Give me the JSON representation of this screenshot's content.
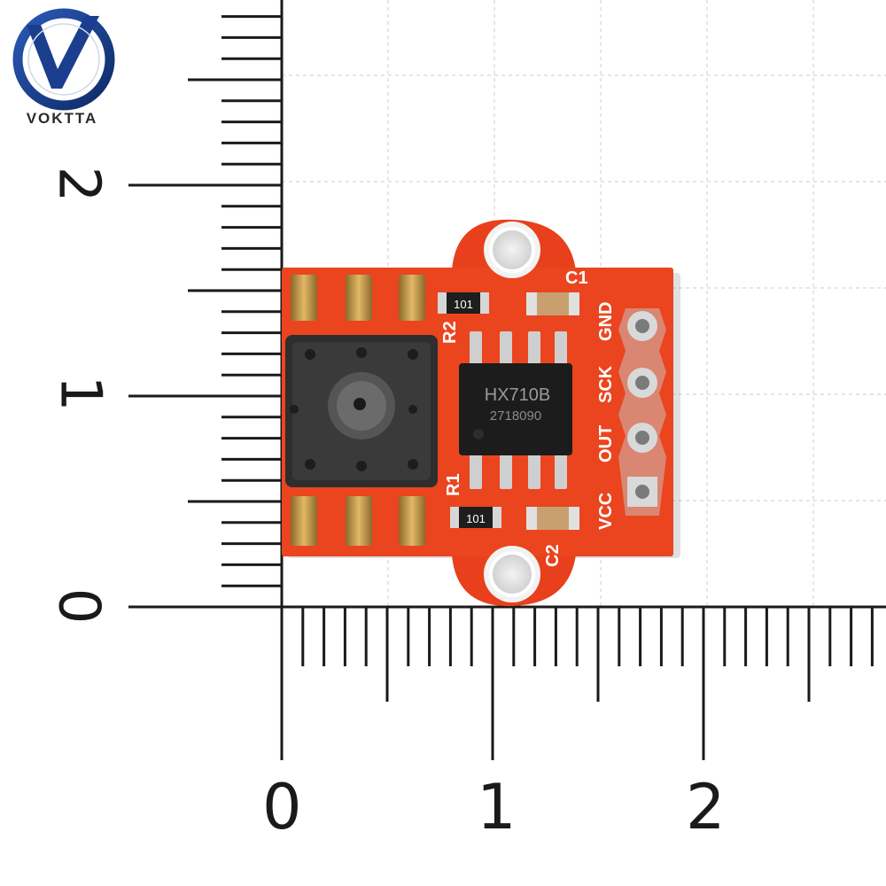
{
  "brand": {
    "name": "VOKTTA",
    "accent": "#1b3f8e"
  },
  "ruler": {
    "x_labels": [
      "0",
      "1",
      "2"
    ],
    "y_labels": [
      "0",
      "1",
      "2"
    ],
    "tick_color": "#1a1a1a",
    "grid_color": "#d9d9d9"
  },
  "board": {
    "color": "#e8401c",
    "chip_line1": "HX710B",
    "chip_line2": "2718090",
    "components": {
      "c1": "C1",
      "c2": "C2",
      "r1": "R1",
      "r2": "R2",
      "resistor_code": "101"
    },
    "pins": [
      "GND",
      "SCK",
      "OUT",
      "VCC"
    ]
  }
}
